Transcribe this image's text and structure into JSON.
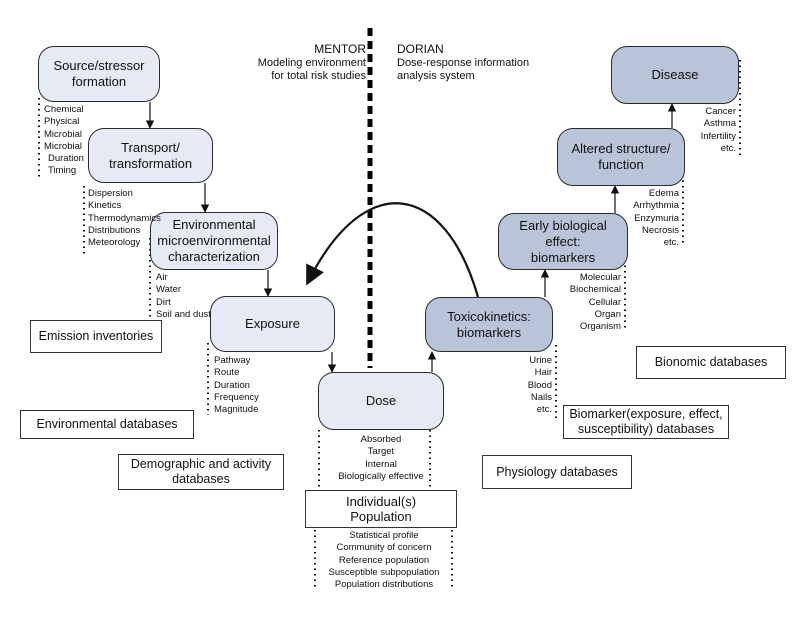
{
  "headers": {
    "mentor": {
      "title": "MENTOR",
      "subtitle": "Modeling environment\nfor total risk studies"
    },
    "dorian": {
      "title": "DORIAN",
      "subtitle": "Dose-response information\nanalysis system"
    }
  },
  "nodes": {
    "source": "Source/stressor\nformation",
    "transport": "Transport/\ntransformation",
    "environmental": "Environmental\nmicroenvironmental\ncharacterization",
    "exposure": "Exposure",
    "dose": "Dose",
    "toxicokinetics": "Toxicokinetics:\nbiomarkers",
    "early_effect": "Early biological\neffect:\nbiomarkers",
    "altered": "Altered structure/\nfunction",
    "disease": "Disease",
    "individual": "Individual(s)\nPopulation"
  },
  "lists": {
    "source": [
      "Chemical",
      "Physical",
      "Microbial",
      "Microbial",
      "Duration",
      "Timing"
    ],
    "transport": [
      "Dispersion",
      "Kinetics",
      "Thermodynamics",
      "Distributions",
      "Meteorology"
    ],
    "environmental": [
      "Air",
      "Water",
      "Dirt",
      "Soil and dust"
    ],
    "exposure": [
      "Pathway",
      "Route",
      "Duration",
      "Frequency",
      "Magnitude"
    ],
    "dose": [
      "Absorbed",
      "Target",
      "Internal",
      "Biologically effective"
    ],
    "individual": [
      "Statistical profile",
      "Community of concern",
      "Reference population",
      "Susceptible subpopulation",
      "Population distributions"
    ],
    "toxicokinetics": [
      "Urine",
      "Hair",
      "Blood",
      "Nails",
      "etc."
    ],
    "early_effect": [
      "Molecular",
      "Biochemical",
      "Cellular",
      "Organ",
      "Organism"
    ],
    "altered": [
      "Edema",
      "Arrhythmia",
      "Enzymuria",
      "Necrosis",
      "etc."
    ],
    "disease": [
      "Cancer",
      "Asthma",
      "Infertility",
      "etc."
    ]
  },
  "databases": {
    "emission": "Emission inventories",
    "environmental": "Environmental databases",
    "demographic": "Demographic and activity\ndatabases",
    "physiology": "Physiology databases",
    "biomarker": "Biomarker(exposure, effect,\nsusceptibility) databases",
    "bionomic": "Bionomic databases"
  },
  "colors": {
    "light_node": "#e6eaf4",
    "dark_node": "#b8c5d8",
    "stroke": "#2b2b2b"
  }
}
